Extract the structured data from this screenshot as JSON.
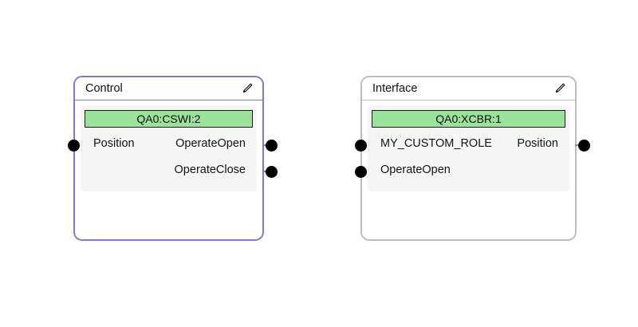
{
  "canvas": {
    "background": "#ffffff",
    "selected_border_color": "#7b79e0",
    "unselected_border_color": "#b9bcc4",
    "label_bar_color": "#9be39b",
    "panel_color": "#f5f5f5",
    "port_color": "#000000"
  },
  "nodes": [
    {
      "id": "control-node",
      "title": "Control",
      "edit_icon": "pencil-icon",
      "selected": true,
      "label": "QA0:CSWI:2",
      "rows": [
        {
          "input": "Position",
          "output": "OperateOpen"
        },
        {
          "input": "",
          "output": "OperateClose"
        }
      ],
      "input_ports": [
        "Position"
      ],
      "output_ports": [
        "OperateOpen",
        "OperateClose"
      ]
    },
    {
      "id": "interface-node",
      "title": "Interface",
      "edit_icon": "pencil-icon",
      "selected": false,
      "label": "QA0:XCBR:1",
      "rows": [
        {
          "input": "MY_CUSTOM_ROLE",
          "output": "Position"
        },
        {
          "input": "OperateOpen",
          "output": ""
        }
      ],
      "input_ports": [
        "MY_CUSTOM_ROLE",
        "OperateOpen"
      ],
      "output_ports": [
        "Position"
      ]
    }
  ]
}
